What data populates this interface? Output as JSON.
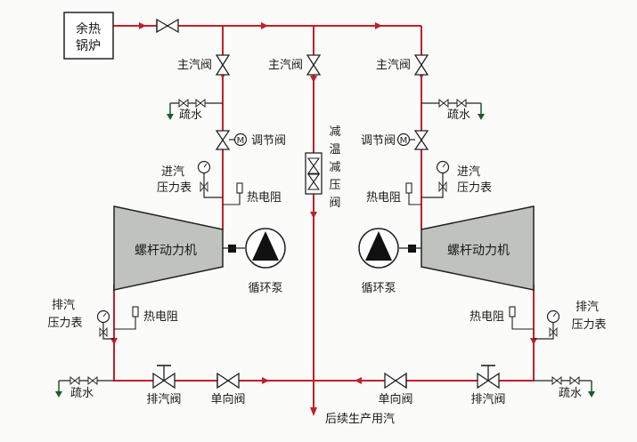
{
  "colors": {
    "pipe": "#c0202a",
    "drain": "#1a5c2a",
    "machine_fill": "#bfc2bd",
    "stroke": "#222222"
  },
  "labels": {
    "boiler_line1": "余热",
    "boiler_line2": "锅炉",
    "main_valve_left": "主汽阀",
    "main_valve_mid": "主汽阀",
    "main_valve_right": "主汽阀",
    "drain_left_top": "疏水",
    "drain_right_top": "疏水",
    "drain_left_bottom": "疏水",
    "drain_right_bottom": "疏水",
    "reg_valve_left": "调节阀",
    "reg_valve_right": "调节阀",
    "motor_symbol": "M",
    "prv_chars": [
      "减",
      "温",
      "减",
      "压",
      "阀"
    ],
    "inlet_gauge_left_1": "进汽",
    "inlet_gauge_left_2": "压力表",
    "inlet_gauge_right_1": "进汽",
    "inlet_gauge_right_2": "压力表",
    "rtd_left_top": "热电阻",
    "rtd_right_top": "热电阻",
    "rtd_left_bottom": "热电阻",
    "rtd_right_bottom": "热电阻",
    "screw_left": "螺杆动力机",
    "screw_right": "螺杆动力机",
    "pump_left": "循环泵",
    "pump_right": "循环泵",
    "exhaust_gauge_left_1": "排汽",
    "exhaust_gauge_left_2": "压力表",
    "exhaust_gauge_right_1": "排汽",
    "exhaust_gauge_right_2": "压力表",
    "exhaust_valve_left": "排汽阀",
    "exhaust_valve_right": "排汽阀",
    "check_valve_left": "单向阀",
    "check_valve_right": "单向阀",
    "outlet": "后续生产用汽"
  }
}
